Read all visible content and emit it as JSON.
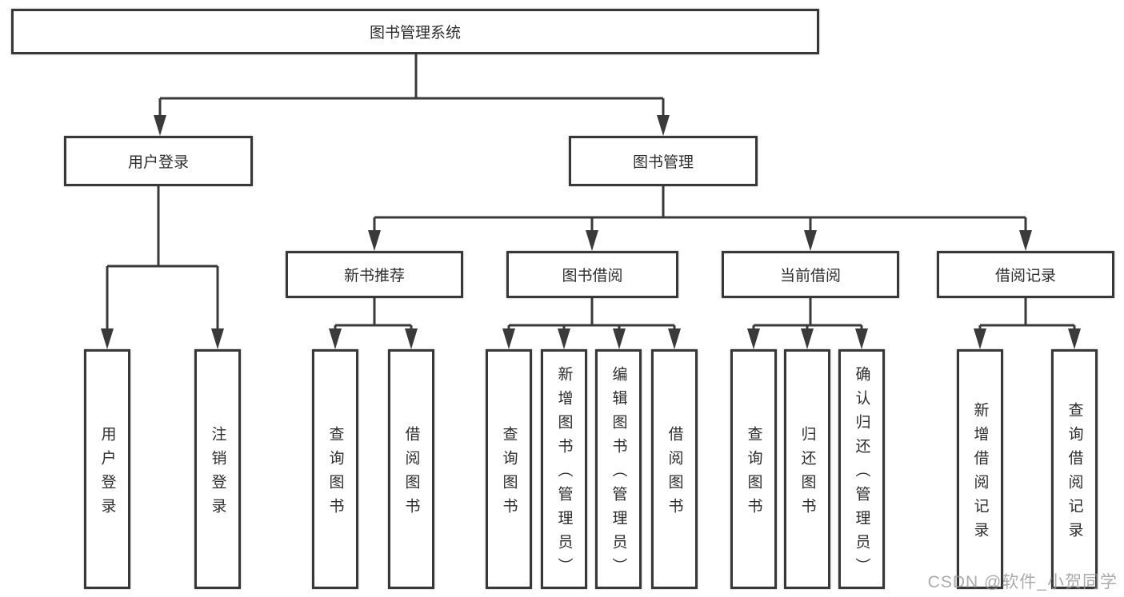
{
  "diagram_type": "hierarchy-tree",
  "tree": {
    "root": {
      "label": "图书管理系统"
    },
    "children": [
      {
        "label": "用户登录",
        "children": [
          {
            "label": "用户登录"
          },
          {
            "label": "注销登录"
          }
        ]
      },
      {
        "label": "图书管理",
        "children": [
          {
            "label": "新书推荐",
            "children": [
              {
                "label": "查询图书"
              },
              {
                "label": "借阅图书"
              }
            ]
          },
          {
            "label": "图书借阅",
            "children": [
              {
                "label": "查询图书"
              },
              {
                "label": "新增图书（管理员）"
              },
              {
                "label": "编辑图书（管理员）"
              },
              {
                "label": "借阅图书"
              }
            ]
          },
          {
            "label": "当前借阅",
            "children": [
              {
                "label": "查询图书"
              },
              {
                "label": "归还图书"
              },
              {
                "label": "确认归还（管理员）"
              }
            ]
          },
          {
            "label": "借阅记录",
            "children": [
              {
                "label": "新增借阅记录"
              },
              {
                "label": "查询借阅记录"
              }
            ]
          }
        ]
      }
    ]
  },
  "watermark": {
    "text": "CSDN @软件_小贺同学"
  },
  "colors": {
    "background": "#ffffff",
    "box_fill": "#ffffff",
    "box_border": "#383838",
    "line": "#3a3a3a",
    "text": "#2d2d2d",
    "watermark": "#969696"
  }
}
